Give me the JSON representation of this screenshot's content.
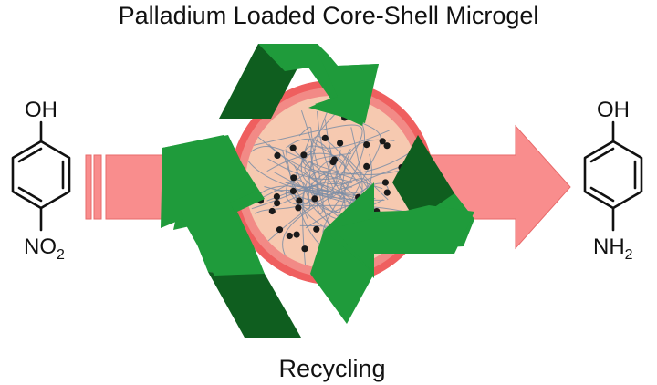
{
  "title": "Palladium Loaded Core-Shell Microgel",
  "reactant": {
    "top_group": "OH",
    "bottom_main": "NO",
    "bottom_sub": "2"
  },
  "product": {
    "top_group": "OH",
    "bottom_main": "NH",
    "bottom_sub": "2"
  },
  "caption": "Recycling",
  "colors": {
    "arrow": "#f98d8d",
    "arrow_edge": "#e86a6a",
    "recycle_light": "#1f9b3b",
    "recycle_dark": "#0f5e1f",
    "shell": "#ef5f5f",
    "core": "#f6c9b0",
    "fiber": "#7d8ea6",
    "particle": "#1a1a1a"
  },
  "icons": {
    "arrow": "reaction-arrow-icon",
    "recycle": "recycle-symbol-icon",
    "microgel": "microgel-particle-icon"
  }
}
